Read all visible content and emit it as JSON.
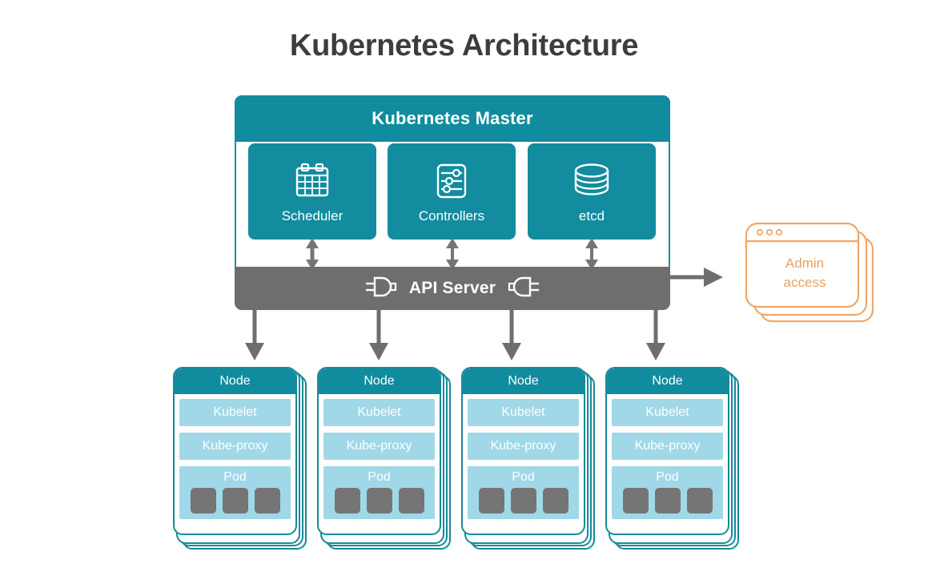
{
  "page": {
    "title": "Kubernetes Architecture",
    "background": "#ffffff"
  },
  "colors": {
    "teal": "#118c9e",
    "teal_border": "#17899a",
    "light_blue": "#a0d8e8",
    "gray_bar": "#706e6c",
    "gray_arrow": "#757575",
    "container_gray": "#757575",
    "orange": "#e8a262",
    "title_text": "#3d3d3d"
  },
  "master": {
    "header_label": "Kubernetes Master",
    "components": [
      {
        "label": "Scheduler",
        "icon": "calendar-icon"
      },
      {
        "label": "Controllers",
        "icon": "sliders-icon"
      },
      {
        "label": "etcd",
        "icon": "database-icon"
      }
    ],
    "api_server": {
      "label": "API Server",
      "left_icon": "plug-right-icon",
      "right_icon": "plug-left-icon"
    },
    "internal_arrows": "bidirectional"
  },
  "admin": {
    "label_line1": "Admin",
    "label_line2": "access",
    "icon": "browser-windows-stack-icon",
    "dots": 3
  },
  "arrows": {
    "to_admin": "arrow-right",
    "to_nodes_count": 4
  },
  "nodes": [
    {
      "title": "Node",
      "kubelet": "Kubelet",
      "kube_proxy": "Kube-proxy",
      "pod": "Pod",
      "containers": 3
    },
    {
      "title": "Node",
      "kubelet": "Kubelet",
      "kube_proxy": "Kube-proxy",
      "pod": "Pod",
      "containers": 3
    },
    {
      "title": "Node",
      "kubelet": "Kubelet",
      "kube_proxy": "Kube-proxy",
      "pod": "Pod",
      "containers": 3
    },
    {
      "title": "Node",
      "kubelet": "Kubelet",
      "kube_proxy": "Kube-proxy",
      "pod": "Pod",
      "containers": 3
    }
  ]
}
